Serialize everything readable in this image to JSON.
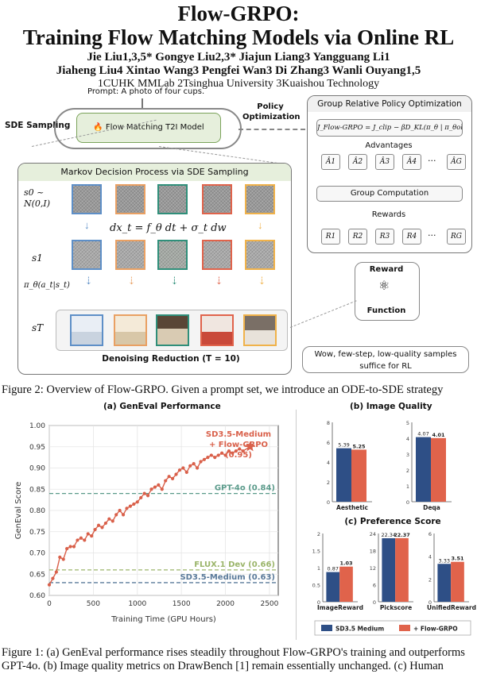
{
  "header": {
    "title_line1": "Flow-GRPO:",
    "title_line2": "Training Flow Matching Models via Online RL",
    "authors_line1": "Jie Liu1,3,5*   Gongye Liu2,3*   Jiajun Liang3   Yangguang Li1",
    "authors_line2": "Jiaheng Liu4   Xintao Wang3   Pengfei Wan3   Di Zhang3   Wanli Ouyang1,5",
    "affiliations": "1CUHK MMLab        2Tsinghua University        3Kuaishou Technology"
  },
  "figure2": {
    "prompt": "Prompt: A photo of four cups.",
    "sde_sampling": "SDE Sampling",
    "model_label": "Flow Matching T2I Model",
    "policy_optimization": "Policy\nOptimization",
    "mdp_title": "Markov Decision Process via SDE Sampling",
    "s0_label": "s0 ~ N(0,I)",
    "sde_equation": "dx_t = f_θ dt + σ_t dw",
    "s1_label": "s1",
    "policy_label": "π_θ(a_t|s_t)",
    "sT_label": "sT",
    "denoising_caption": "Denoising Reduction (T = 10)",
    "grpo_title": "Group Relative Policy Optimization",
    "grpo_objective": "J_Flow-GRPO = J_clip − βD_KL(π_θ | π_θold)",
    "advantages": "Advantages",
    "advantage_items": [
      "Â1",
      "Â2",
      "Â3",
      "Â4",
      "···",
      "ÂG"
    ],
    "group_computation": "Group Computation",
    "rewards": "Rewards",
    "reward_items": [
      "R1",
      "R2",
      "R3",
      "R4",
      "···",
      "RG"
    ],
    "reward_fn_top": "Reward",
    "reward_fn_bottom": "Function",
    "note": "Wow, few-step, low-quality samples suffice for RL",
    "caption": "Figure 2: Overview of Flow-GRPO. Given a prompt set, we introduce an ODE-to-SDE strategy"
  },
  "figure1": {
    "panel_a_title": "(a) GenEval Performance",
    "panel_b_title": "(b) Image Quality",
    "panel_c_title": "(c) Preference Score",
    "legend": [
      "SD3.5 Medium",
      "+ Flow-GRPO"
    ],
    "caption_line1": "Figure 1: (a) GenEval performance rises steadily throughout Flow-GRPO's training and outperforms",
    "caption_line2": "GPT-4o. (b) Image quality metrics on DrawBench [1] remain essentially unchanged. (c) Human"
  },
  "chart_data": [
    {
      "type": "line",
      "title": "(a) GenEval Performance",
      "xlabel": "Training Time (GPU Hours)",
      "ylabel": "GenEval Score",
      "xlim": [
        0,
        2600
      ],
      "ylim": [
        0.6,
        1.0
      ],
      "xticks": [
        0,
        500,
        1000,
        1500,
        2000,
        2500
      ],
      "yticks": [
        0.6,
        0.65,
        0.7,
        0.75,
        0.8,
        0.85,
        0.9,
        0.95,
        1.0
      ],
      "color": "#d9604a",
      "x": [
        0,
        40,
        80,
        120,
        160,
        200,
        240,
        280,
        320,
        360,
        400,
        440,
        480,
        520,
        560,
        600,
        640,
        680,
        720,
        760,
        800,
        840,
        880,
        920,
        960,
        1000,
        1040,
        1080,
        1120,
        1160,
        1200,
        1240,
        1280,
        1320,
        1360,
        1400,
        1440,
        1480,
        1520,
        1560,
        1600,
        1640,
        1680,
        1720,
        1760,
        1800,
        1840,
        1880,
        1920,
        1960,
        2000,
        2040,
        2080,
        2120,
        2160,
        2200
      ],
      "y": [
        0.625,
        0.64,
        0.655,
        0.69,
        0.685,
        0.71,
        0.715,
        0.715,
        0.73,
        0.735,
        0.73,
        0.745,
        0.74,
        0.755,
        0.765,
        0.76,
        0.77,
        0.78,
        0.775,
        0.79,
        0.8,
        0.79,
        0.805,
        0.81,
        0.815,
        0.82,
        0.83,
        0.84,
        0.835,
        0.85,
        0.855,
        0.86,
        0.85,
        0.87,
        0.88,
        0.875,
        0.885,
        0.895,
        0.9,
        0.89,
        0.905,
        0.91,
        0.9,
        0.915,
        0.92,
        0.925,
        0.93,
        0.925,
        0.93,
        0.935,
        0.93,
        0.94,
        0.935,
        0.94,
        0.945,
        0.94
      ],
      "final_point": {
        "x": 2280,
        "y": 0.95
      },
      "final_label": [
        "SD3.5-Medium",
        "+ Flow-GRPO",
        "(0.95)"
      ],
      "references": [
        {
          "name": "GPT-4o (0.84)",
          "value": 0.84,
          "color": "#5a9a8a"
        },
        {
          "name": "FLUX.1 Dev (0.66)",
          "value": 0.66,
          "color": "#9bb56a"
        },
        {
          "name": "SD3.5-Medium (0.63)",
          "value": 0.63,
          "color": "#5a7a9a"
        }
      ]
    },
    {
      "type": "bar",
      "title": "(b) Image Quality",
      "categories": [
        "Aesthetic",
        "Deqa"
      ],
      "series": [
        {
          "name": "SD3.5 Medium",
          "values": [
            5.39,
            4.07
          ],
          "color": "#2e4f86"
        },
        {
          "name": "+ Flow-GRPO",
          "values": [
            5.25,
            4.01
          ],
          "color": "#e0634b"
        }
      ],
      "panels": [
        {
          "category": "Aesthetic",
          "ylim": [
            0,
            8
          ],
          "yticks": [
            0,
            2,
            4,
            6,
            8
          ]
        },
        {
          "category": "Deqa",
          "ylim": [
            0,
            5
          ],
          "yticks": [
            0,
            1,
            2,
            3,
            4,
            5
          ]
        }
      ]
    },
    {
      "type": "bar",
      "title": "(c) Preference Score",
      "categories": [
        "ImageReward",
        "Pickscore",
        "UnifiedReward"
      ],
      "series": [
        {
          "name": "SD3.5 Medium",
          "values": [
            0.87,
            22.34,
            3.33
          ],
          "color": "#2e4f86"
        },
        {
          "name": "+ Flow-GRPO",
          "values": [
            1.03,
            22.37,
            3.51
          ],
          "color": "#e0634b"
        }
      ],
      "panels": [
        {
          "category": "ImageReward",
          "ylim": [
            0,
            2.0
          ],
          "yticks": [
            0.0,
            0.5,
            1.0,
            1.5,
            2.0
          ]
        },
        {
          "category": "Pickscore",
          "ylim": [
            0,
            24
          ],
          "yticks": [
            0,
            6,
            12,
            18,
            24
          ]
        },
        {
          "category": "UnifiedReward",
          "ylim": [
            0,
            6
          ],
          "yticks": [
            0,
            2,
            4,
            6
          ]
        }
      ]
    }
  ],
  "colors": {
    "tile_borders": [
      "#5e8fc7",
      "#e9a063",
      "#2f8f7a",
      "#e0634b",
      "#f0b24a"
    ],
    "mdp_header_bg": "#e6efdc"
  }
}
